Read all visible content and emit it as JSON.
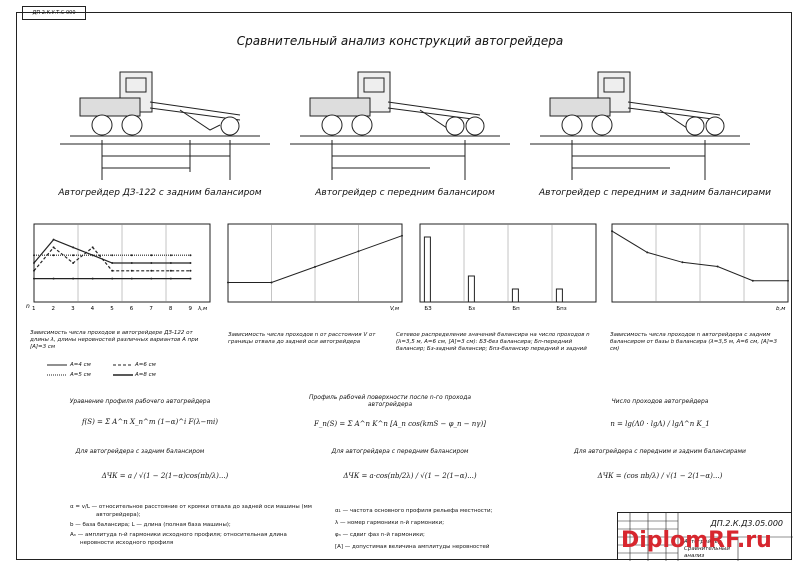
{
  "stamp": "ДП 2.К.У.Т.С 000",
  "title": "Сравнительный анализ конструкций автогрейдера",
  "machines": [
    {
      "caption": "Автогрейдер ДЗ-122 с задним балансиром"
    },
    {
      "caption": "Автогрейдер с передним балансиром"
    },
    {
      "caption": "Автогрейдер с передним и задним балансирами"
    }
  ],
  "graphs": [
    {
      "caption": "Зависимость числа проходов в автогрейдере ДЗ-122 от длины λ, длины неровностей различных вариантов A при [A]=3 см",
      "legend": [
        "A=4 см",
        "A=6 см",
        "A=5 см",
        "A=8 см"
      ]
    },
    {
      "caption": "Зависимость числа проходов n от расстояния V от границы отвала до задней оси автогрейдера"
    },
    {
      "caption": "Сетевое распределение значений балансира на число проходов n (λ=3,5 м, A=6 см, [A]=3 см): БЗ-без балансира; Бп-передний балансир; Бз-задний балансир; Бпз-балансир передний и задний"
    },
    {
      "caption": "Зависимость числа проходов n автогрейдера с задним балансиром от базы b балансира (λ=3,5 м, A=6 см, [A]=3 см)"
    }
  ],
  "chart_data": [
    {
      "type": "line",
      "series": [
        {
          "values": [
            [
              1,
              2.5
            ],
            [
              2,
              4
            ],
            [
              3,
              3.5
            ],
            [
              4,
              3
            ],
            [
              5,
              2.5
            ],
            [
              6,
              2.5
            ],
            [
              7,
              2.5
            ],
            [
              8,
              2.5
            ],
            [
              9,
              2.5
            ]
          ]
        },
        {
          "values": [
            [
              1,
              2
            ],
            [
              2,
              3.5
            ],
            [
              3,
              2.5
            ],
            [
              4,
              3.5
            ],
            [
              5,
              2
            ],
            [
              6,
              2
            ],
            [
              7,
              2
            ],
            [
              8,
              2
            ],
            [
              9,
              2
            ]
          ]
        },
        {
          "values": [
            [
              1,
              3
            ],
            [
              2,
              3
            ],
            [
              3,
              3
            ],
            [
              4,
              3
            ],
            [
              5,
              3
            ],
            [
              6,
              3
            ],
            [
              7,
              3
            ],
            [
              8,
              3
            ],
            [
              9,
              3
            ]
          ]
        },
        {
          "values": [
            [
              1,
              1.5
            ],
            [
              2,
              1.5
            ],
            [
              3,
              1.5
            ],
            [
              4,
              1.5
            ],
            [
              5,
              1.5
            ],
            [
              6,
              1.5
            ],
            [
              7,
              1.5
            ],
            [
              8,
              1.5
            ],
            [
              9,
              1.5
            ]
          ]
        }
      ],
      "x": [
        1,
        2,
        3,
        4,
        5,
        6,
        7,
        8,
        9
      ],
      "xlim": [
        1,
        10
      ],
      "ylim": [
        0,
        5
      ],
      "ylabel": "n",
      "xlabel": "λ,м",
      "grid": true
    },
    {
      "type": "line",
      "series": [
        {
          "values": [
            [
              0,
              1
            ],
            [
              1,
              1
            ],
            [
              2,
              1.8
            ],
            [
              3,
              2.6
            ],
            [
              4,
              3.4
            ]
          ]
        }
      ],
      "xlim": [
        0,
        4
      ],
      "ylim": [
        0,
        4
      ],
      "xlabel": "V,м",
      "grid": true
    },
    {
      "type": "bar",
      "categories": [
        "БЗ",
        "Бз",
        "Бп",
        "Бпз"
      ],
      "values": [
        5,
        2,
        1,
        1
      ],
      "ylim": [
        0,
        6
      ]
    },
    {
      "type": "line",
      "series": [
        {
          "values": [
            [
              0.5,
              5
            ],
            [
              1,
              3.5
            ],
            [
              1.5,
              2.8
            ],
            [
              2,
              2.5
            ],
            [
              2.5,
              1.5
            ],
            [
              3,
              1.5
            ]
          ]
        }
      ],
      "xlim": [
        0.5,
        3
      ],
      "ylim": [
        0,
        5.5
      ],
      "xlabel": "b,м",
      "grid": true
    }
  ],
  "formulas": {
    "row1_titles": [
      "Уравнение профиля рабочего автогрейдера",
      "Профиль рабочей поверхности после n-го прохода автогрейдера",
      "Число проходов автогрейдера"
    ],
    "row1": [
      "f(S) = Σ A^n X_n^m (1−α)^i F(λ−mi)",
      "F_n(S) = Σ A^n K^n [A_n cos(kmS − φ_n − nγ)]",
      "n = lg(Λ0 · lgΛ) / lgΛ^n K_1"
    ],
    "row2_titles": [
      "Для автогрейдера с задним балансиром",
      "Для автогрейдера с передним балансиром",
      "Для автогрейдера с передним и задним балансирами"
    ],
    "row2": [
      "ΔЧК = a / √(1 − 2(1−α)cos(πb/λ)...)",
      "ΔЧК = a·cos(πb/2λ) / √(1 − 2(1−α)...)",
      "ΔЧК = (cos πb/λ) / √(1 − 2(1−α)...)"
    ]
  },
  "notes": {
    "left": [
      "α = v/L — относительное расстояние от кромки отвала до задней оси машины (мм",
      "автогрейдера);",
      "b — база балансира; L — длина (полная база машины);",
      "Aₙ — амплитуда n-й гармоники исходного профиля; относительная длина",
      "неровности исходного профиля"
    ],
    "right": [
      "α₁ — частота основного профиля рельефа местности;",
      "λ — номер гармоники n-й гармоники;",
      "φₙ — сдвиг фаз n-й гармоники;",
      "[A] — допустимая величина амплитуды неровностей"
    ]
  },
  "titleblock": {
    "code": "ДП.2.К.Д3.05.000",
    "rows": [
      "Автогрейдер",
      "Сравнительный",
      "анализ"
    ]
  },
  "watermark": "DiplomRF.ru"
}
